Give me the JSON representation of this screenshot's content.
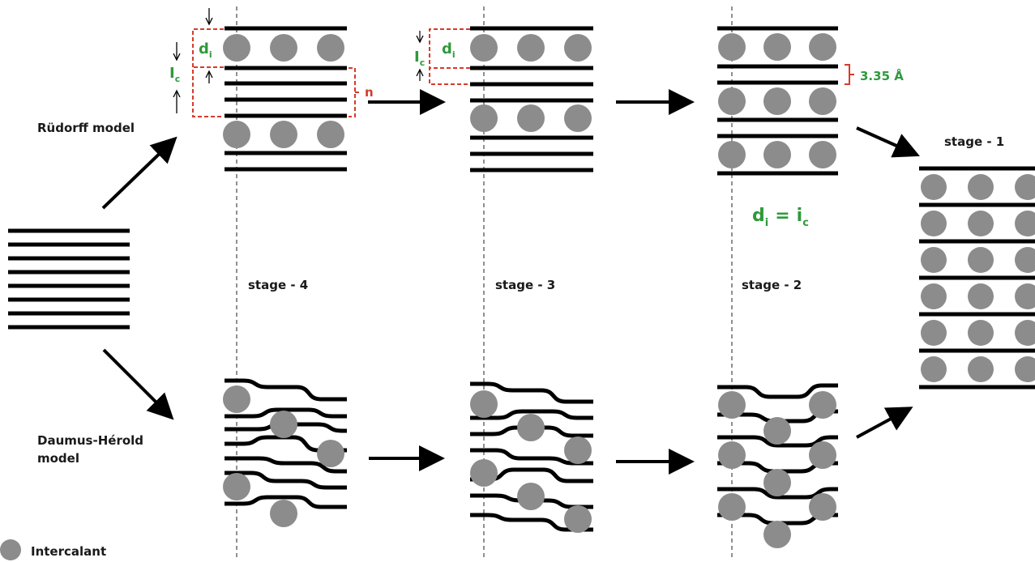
{
  "labels": {
    "rudorff_model": "Rüdorff model",
    "daumus_herold_line1": "Daumus-Hérold",
    "daumus_herold_line2": "model",
    "stage4": "stage - 4",
    "stage3": "stage - 3",
    "stage2": "stage - 2",
    "stage1": "stage - 1",
    "legend_intercalant": "Intercalant"
  },
  "annotations": {
    "d_main": "d",
    "i_sub": "i",
    "I_main": "I",
    "c_sub": "c",
    "n": "n",
    "interlayer": "3.35 Å",
    "eq_d": "d",
    "eq_i": "i",
    "eq_equals": "=",
    "eq_i2": "i",
    "eq_c": "c"
  },
  "colors": {
    "layer": "#000000",
    "intercalant": "#8c8c8c",
    "annotation_green": "#2e9a3c",
    "annotation_red": "#d63b2a"
  }
}
